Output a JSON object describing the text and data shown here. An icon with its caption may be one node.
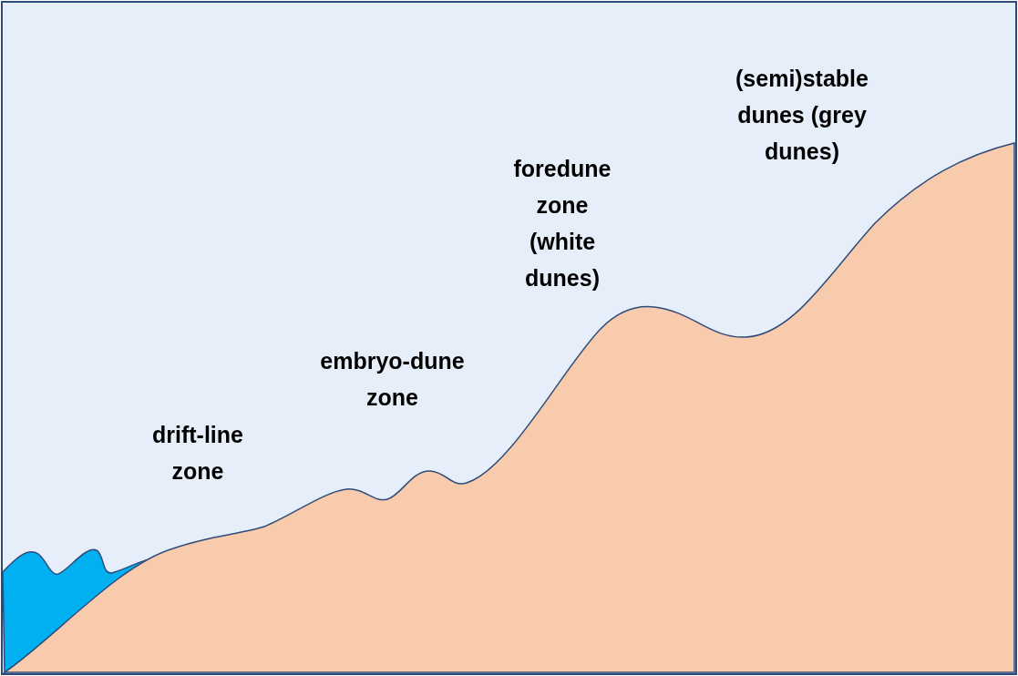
{
  "diagram": {
    "labels": [
      "drift-line zone",
      "embryo-dune zone",
      "foredune zone (white dunes)",
      "(semi)stable dunes (grey dunes)"
    ]
  }
}
